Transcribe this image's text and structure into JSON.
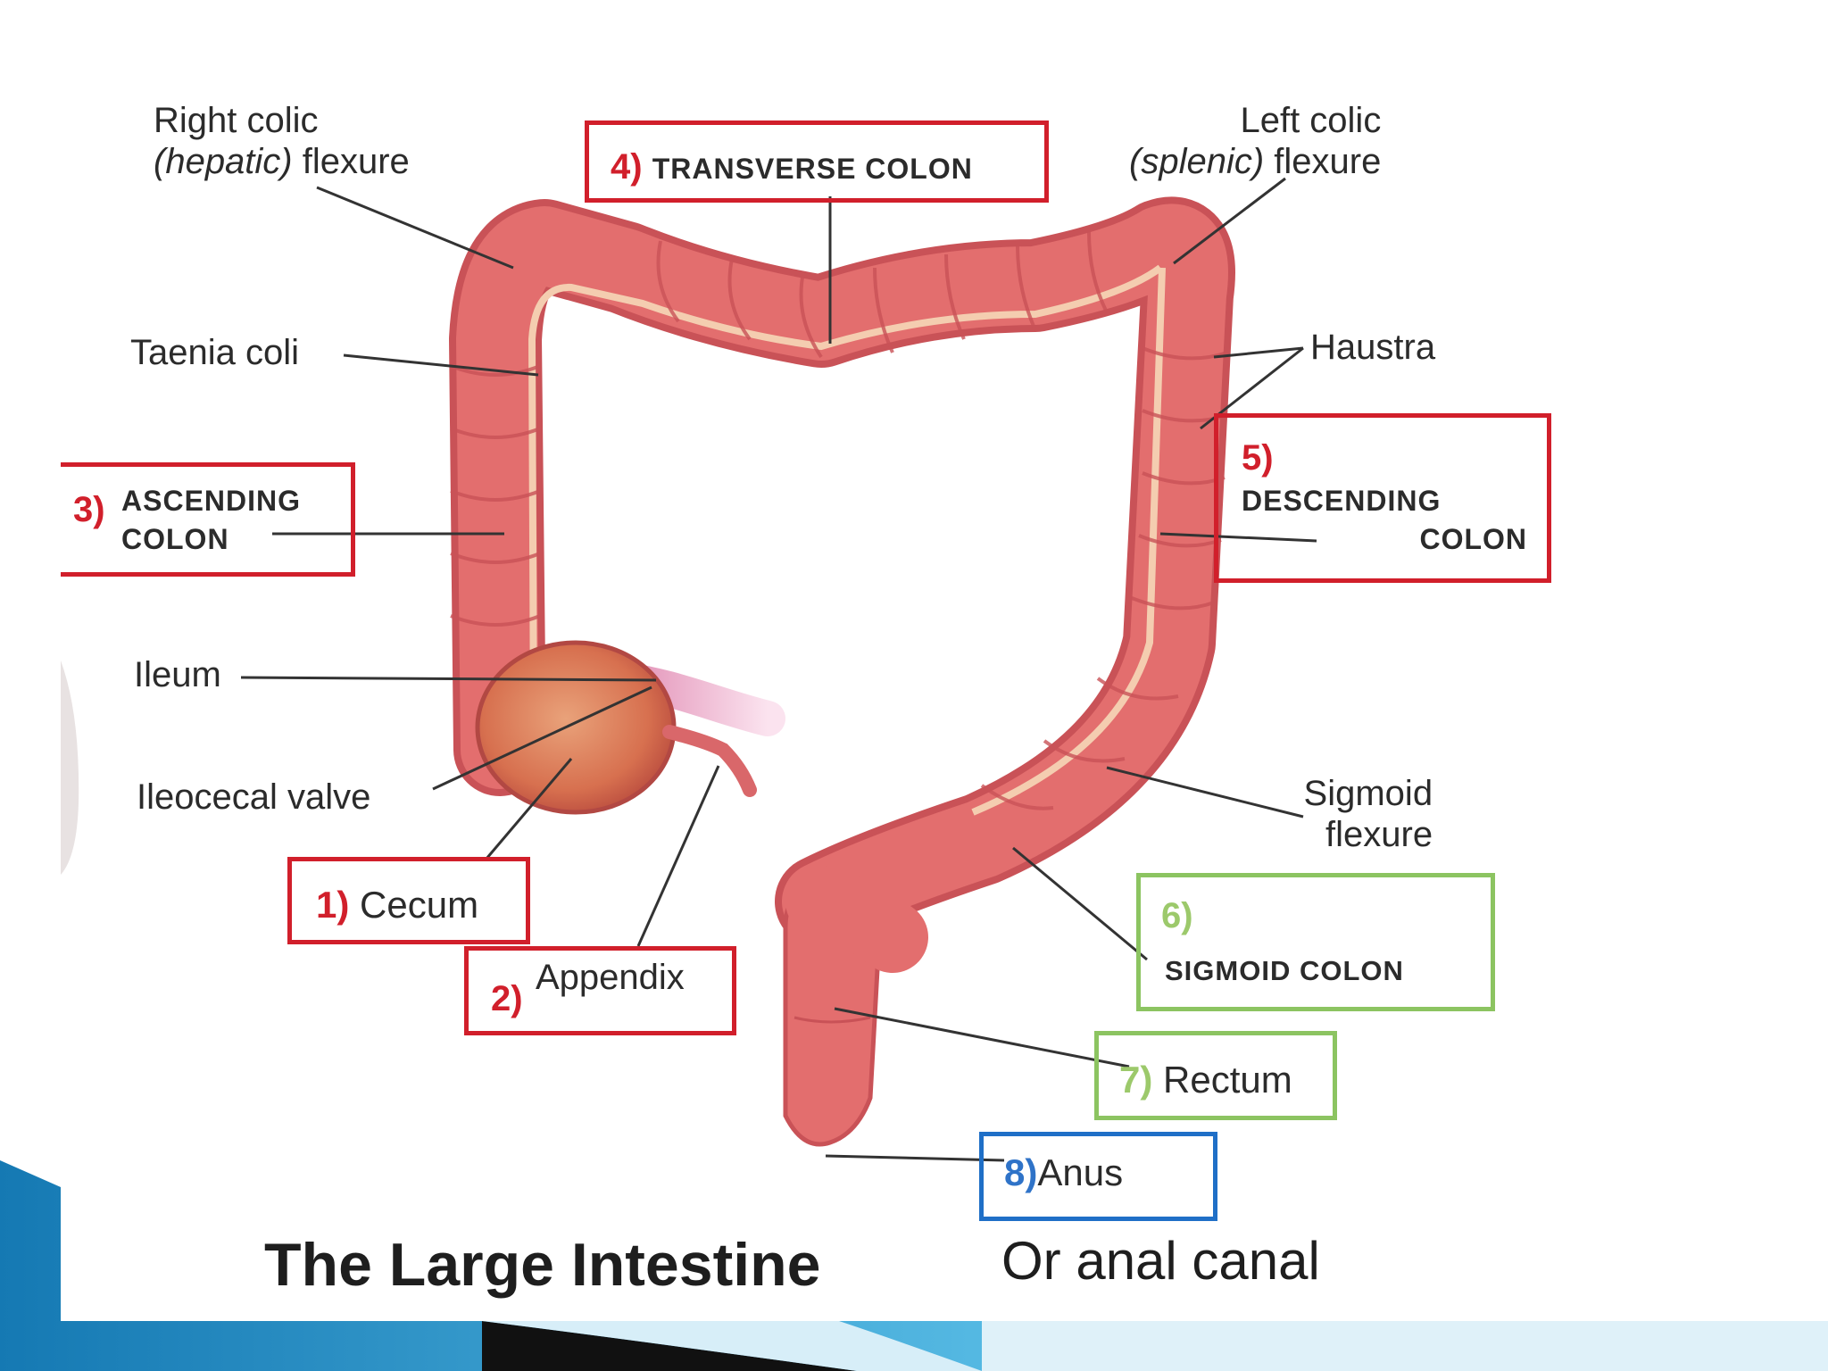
{
  "labels": {
    "right_colic_1": "Right colic",
    "right_colic_2_it": "(hepatic)",
    "right_colic_2_rest": " flexure",
    "left_colic_1": "Left colic",
    "left_colic_2_it": "(splenic)",
    "left_colic_2_rest": " flexure",
    "taenia_coli": "Taenia coli",
    "haustra": "Haustra",
    "ileum": "Ileum",
    "ileocecal_valve": "Ileocecal valve",
    "sigmoid_flexure_1": "Sigmoid",
    "sigmoid_flexure_2": "flexure"
  },
  "callouts": {
    "cecum": {
      "num": "1)",
      "text": "Cecum"
    },
    "appendix": {
      "num": "2)",
      "text": "Appendix"
    },
    "ascending": {
      "num": "3)",
      "line1": "ASCENDING",
      "line2": "COLON"
    },
    "transverse": {
      "num": "4)",
      "text": "TRANSVERSE COLON"
    },
    "descending": {
      "num": "5)",
      "line1": "DESCENDING",
      "line2": "COLON"
    },
    "sigmoid": {
      "num": "6)",
      "text": "SIGMOID COLON"
    },
    "rectum": {
      "num": "7)",
      "text": "Rectum"
    },
    "anus": {
      "num": "8)",
      "text": "Anus"
    }
  },
  "title": "The Large Intestine",
  "subtitle": "Or anal canal",
  "colors": {
    "colon": "#e06a6a",
    "colon_dark": "#c64f52",
    "band": "#f6d2b4",
    "red_box": "#d11f2b",
    "green_box": "#8cc461",
    "blue_box": "#1f6fc7",
    "slide_blue": "#1b8fc4",
    "slide_dark": "#111111"
  }
}
